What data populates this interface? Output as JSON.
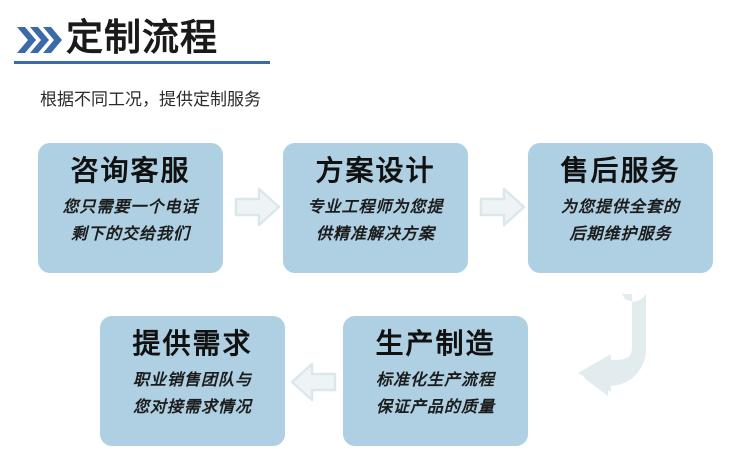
{
  "header": {
    "icon": "triple-chevron-right-icon",
    "title": "定制流程",
    "subtitle": "根据不同工况，提供定制服务",
    "accent_color": "#3a6aa8",
    "title_color": "#1a1a1a"
  },
  "theme": {
    "card_background": "#aed0e2",
    "arrow_color": "#e2ebee",
    "arrow_stroke": "#dce7ea",
    "page_background": "#ffffff"
  },
  "flow": {
    "cards": [
      {
        "id": "consult-service",
        "title": "咨询客服",
        "lines": [
          "您只需要一个电话",
          "剩下的交给我们"
        ]
      },
      {
        "id": "solution-design",
        "title": "方案设计",
        "lines": [
          "专业工程师为您提",
          "供精准解决方案"
        ]
      },
      {
        "id": "after-sales-service",
        "title": "售后服务",
        "lines": [
          "为您提供全套的",
          "后期维护服务"
        ]
      },
      {
        "id": "provide-requirements",
        "title": "提供需求",
        "lines": [
          "职业销售团队与",
          "您对接需求情况"
        ]
      },
      {
        "id": "production-manufacturing",
        "title": "生产制造",
        "lines": [
          "标准化生产流程",
          "保证产品的质量"
        ]
      }
    ],
    "connectors": [
      {
        "id": "connector-1",
        "icon": "arrow-right-icon",
        "direction": "right"
      },
      {
        "id": "connector-2",
        "icon": "arrow-right-icon",
        "direction": "right"
      },
      {
        "id": "connector-3",
        "icon": "arrow-left-icon",
        "direction": "left"
      },
      {
        "id": "connector-uturn",
        "icon": "arrow-uturn-down-left-icon",
        "direction": "down-left"
      }
    ]
  }
}
